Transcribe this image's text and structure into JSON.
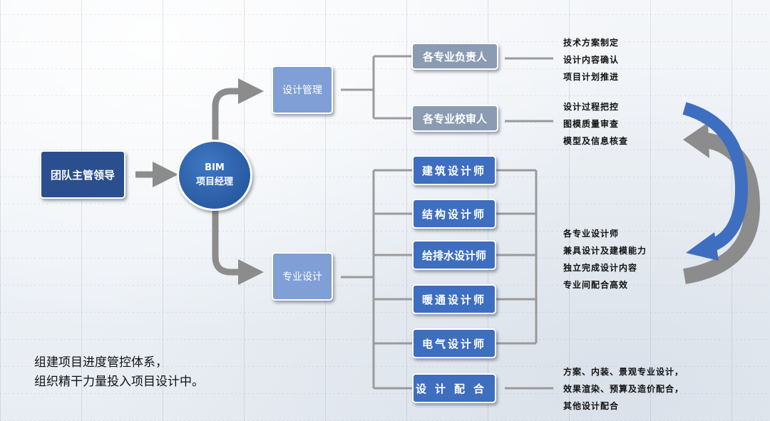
{
  "nodes": {
    "leader": "团队主管领导",
    "pm_line1": "BIM",
    "pm_line2": "项目经理",
    "design_mgmt": "设计管理",
    "pro_design": "专业设计"
  },
  "management_roles": [
    {
      "label": "各专业负责人",
      "notes": [
        "技术方案制定",
        "设计内容确认",
        "项目计划推进"
      ]
    },
    {
      "label": "各专业校审人",
      "notes": [
        "设计过程把控",
        "图模质量审查",
        "模型及信息核查"
      ]
    }
  ],
  "design_roles": [
    "建筑设计师",
    "结构设计师",
    "给排水设计师",
    "暖通设计师",
    "电气设计师",
    "设计配合"
  ],
  "designer_notes": [
    "各专业设计师",
    "兼具设计及建模能力",
    "独立完成设计内容",
    "专业间配合高效"
  ],
  "support_notes": [
    "方案、内装、景观专业设计，",
    "效果渲染、预算及造价配合，",
    "其他设计配合"
  ],
  "caption": [
    "组建项目进度管控体系，",
    "组织精干力量投入项目设计中。"
  ],
  "colors": {
    "leader": "#2b4f8e",
    "pm_circle": "#2f63ad",
    "category_box": "#7f9fd6",
    "management_box": "#8a9bb2",
    "design_box": "#3e6ec0",
    "arrow_gray": "#8c8c8c",
    "arrow_blue": "#3e6ec0"
  }
}
